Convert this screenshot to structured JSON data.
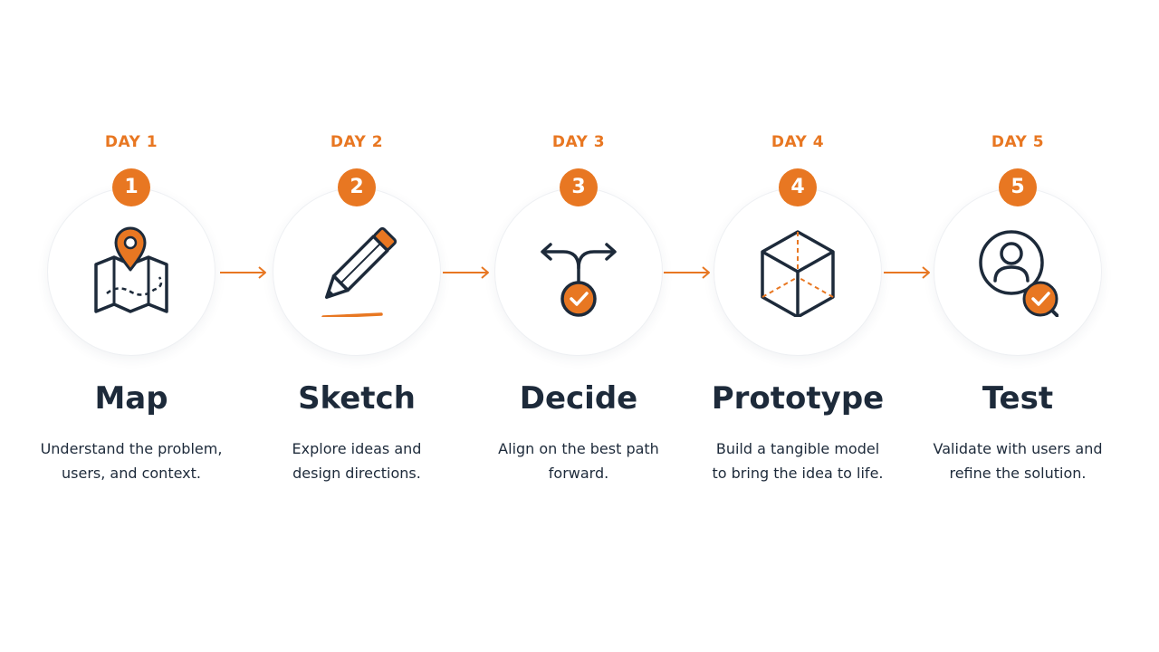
{
  "colors": {
    "accent": "#e87722",
    "ink": "#1d2a3a"
  },
  "steps": [
    {
      "day": "DAY 1",
      "number": "1",
      "title": "Map",
      "icon": "map-pin-icon",
      "desc_line1": "Understand the problem,",
      "desc_line2": "users, and context."
    },
    {
      "day": "DAY 2",
      "number": "2",
      "title": "Sketch",
      "icon": "pencil-icon",
      "desc_line1": "Explore ideas and",
      "desc_line2": "design directions."
    },
    {
      "day": "DAY 3",
      "number": "3",
      "title": "Decide",
      "icon": "decision-branch-icon",
      "desc_line1": "Align on the best path",
      "desc_line2": "forward."
    },
    {
      "day": "DAY 4",
      "number": "4",
      "title": "Prototype",
      "icon": "cube-icon",
      "desc_line1": "Build a tangible model",
      "desc_line2": "to bring the idea to life."
    },
    {
      "day": "DAY 5",
      "number": "5",
      "title": "Test",
      "icon": "user-search-check-icon",
      "desc_line1": "Validate with users and",
      "desc_line2": "refine the solution."
    }
  ]
}
